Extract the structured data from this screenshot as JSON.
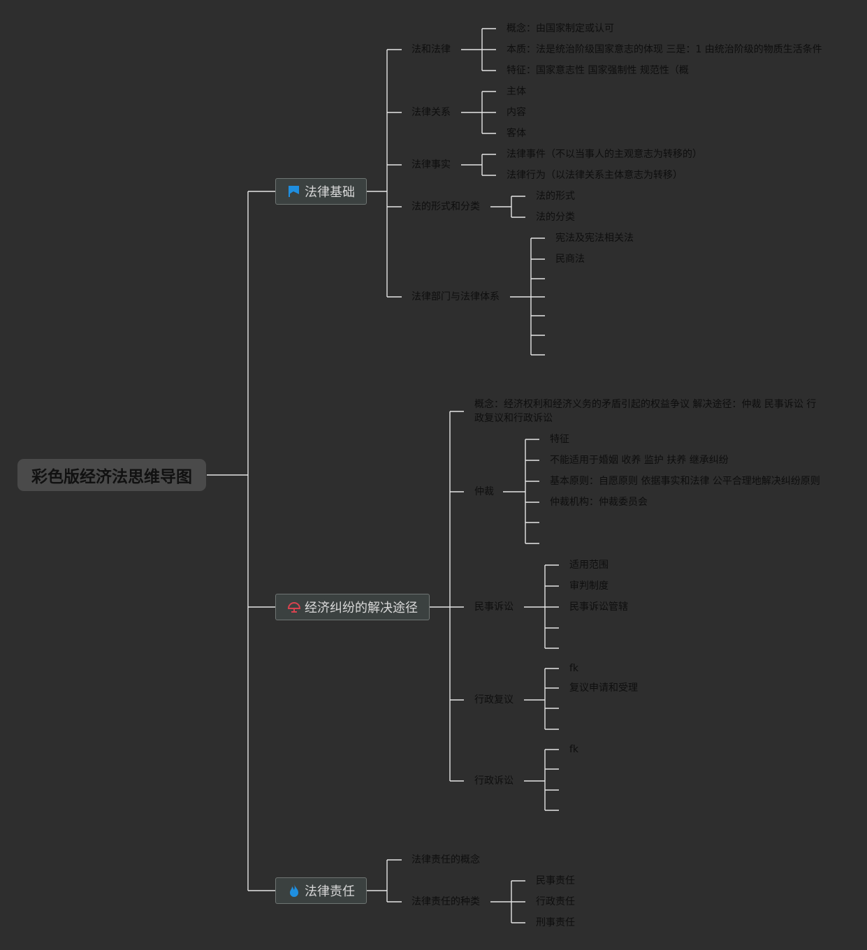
{
  "root": {
    "title": "彩色版经济法思维导图"
  },
  "branches": [
    {
      "label": "法律基础",
      "icon": "flag-icon",
      "icon_color": "#1f8fe0",
      "children": [
        {
          "label": "法和法律",
          "children": [
            "概念：由国家制定或认可",
            "本质：法是统治阶级国家意志的体现 三是：1   由统治阶级的物质生活条件",
            "特征：国家意志性 国家强制性 规范性（概"
          ]
        },
        {
          "label": "法律关系",
          "children": [
            "主体",
            "内容",
            "客体"
          ]
        },
        {
          "label": "法律事实",
          "children": [
            "法律事件（不以当事人的主观意志为转移的）",
            "法律行为（以法律关系主体意志为转移）"
          ]
        },
        {
          "label": "法的形式和分类",
          "children": [
            "法的形式",
            "法的分类"
          ]
        },
        {
          "label": "法律部门与法律体系",
          "children": [
            "宪法及宪法相关法",
            "民商法",
            "",
            "",
            "",
            "",
            ""
          ]
        }
      ]
    },
    {
      "label": "经济纠纷的解决途径",
      "icon": "umbrella-icon",
      "icon_color": "#d9434f",
      "children": [
        {
          "label": "概念：经济权利和经济义务的矛盾引起的权益争议 解决途径：仲裁 民事诉讼 行政复议和行政诉讼",
          "children": []
        },
        {
          "label": "仲裁",
          "children": [
            "特征",
            "不能适用于婚姻 收养 监护 扶养 继承纠纷",
            "基本原则：自愿原则 依据事实和法律 公平合理地解决纠纷原则",
            "仲裁机构：仲裁委员会",
            "",
            ""
          ]
        },
        {
          "label": "民事诉讼",
          "children": [
            "适用范围",
            "审判制度",
            "民事诉讼管辖",
            "",
            ""
          ]
        },
        {
          "label": "行政复议",
          "children": [
            "fk",
            "复议申请和受理",
            "",
            ""
          ]
        },
        {
          "label": "行政诉讼",
          "children": [
            "fk",
            "",
            "",
            ""
          ]
        }
      ]
    },
    {
      "label": "法律责任",
      "icon": "fire-icon",
      "icon_color": "#1f8fe0",
      "children": [
        {
          "label": "法律责任的概念",
          "children": []
        },
        {
          "label": "法律责任的种类",
          "children": [
            "民事责任",
            "行政责任",
            "刑事责任"
          ]
        }
      ]
    }
  ],
  "colors": {
    "background": "#2e2e2e",
    "line": "#e6e6e6",
    "text": "#0e0e0e",
    "node_fill": "#3b4140"
  }
}
